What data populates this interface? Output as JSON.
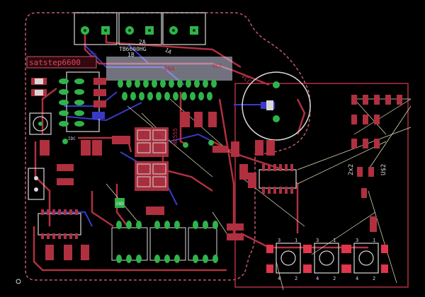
{
  "board": {
    "name_label": "satstep6600",
    "colors": {
      "background": "#000000",
      "outline": "#c05a6a",
      "pad": "#2fb34a",
      "pad_hole": "#0a3a12",
      "copper_top": "#b03040",
      "copper_top_pad": "#e0354a",
      "copper_bottom": "#3a3ac8",
      "silkscreen": "#d8d8d8",
      "ratsnest": "#e8e8c0",
      "dimension": "#d08060",
      "highlight": "#d0d0e8"
    }
  },
  "connector_header": {
    "pin_labels": [
      "2B",
      "2A",
      "1A",
      "1B"
    ],
    "part_value": "TB6600HG"
  },
  "net_labels": {
    "ena": "ENA",
    "vcc": "VCC",
    "gnd": "GND",
    "vcc2": "VCC"
  },
  "parts": {
    "timer": "NE555",
    "u2": "U$2",
    "zx": "2x2",
    "idc": "IDC"
  },
  "buttons": [
    {
      "pins": [
        "3",
        "1",
        "4",
        "2"
      ]
    },
    {
      "pins": [
        "3",
        "1",
        "4",
        "2"
      ]
    },
    {
      "pins": [
        "3",
        "1",
        "4",
        "2"
      ]
    }
  ]
}
